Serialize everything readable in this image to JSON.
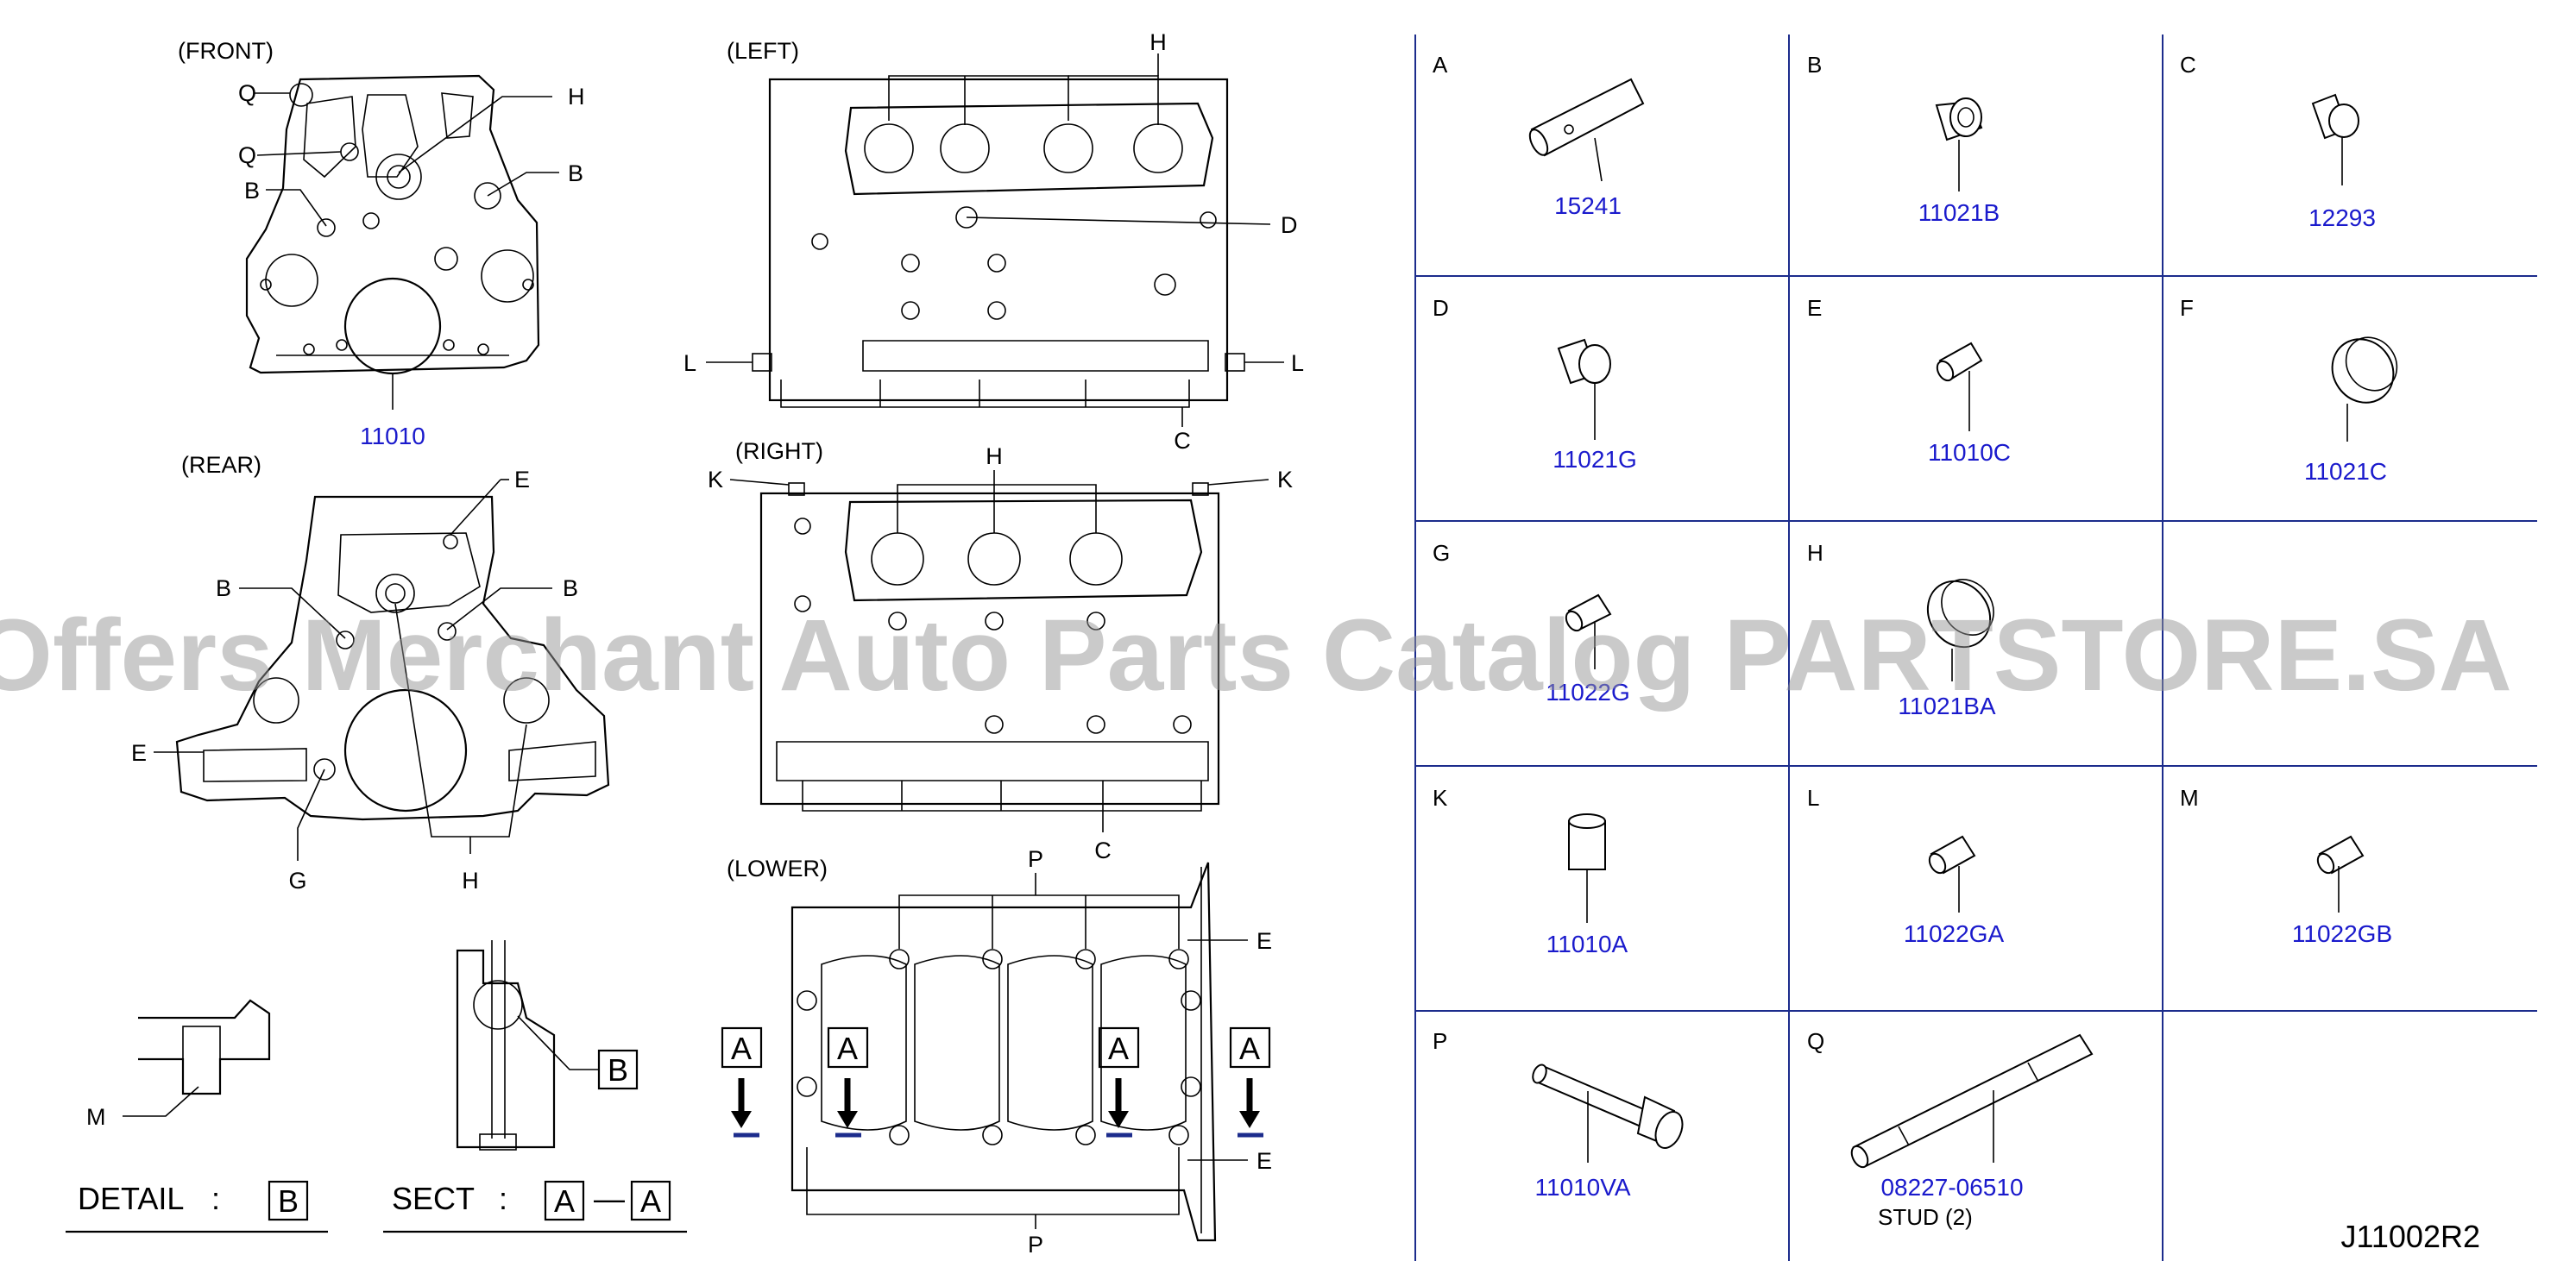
{
  "views": {
    "front": {
      "title": "(FRONT)",
      "callouts": [
        "Q",
        "H",
        "Q",
        "B",
        "B"
      ],
      "part_number": "11010"
    },
    "rear": {
      "title": "(REAR)",
      "callouts": [
        "E",
        "B",
        "B",
        "E",
        "G",
        "H"
      ]
    },
    "left": {
      "title": "(LEFT)",
      "callouts": [
        "H",
        "D",
        "L",
        "L",
        "C"
      ]
    },
    "right": {
      "title": "(RIGHT)",
      "callouts": [
        "K",
        "H",
        "K",
        "C"
      ]
    },
    "lower": {
      "title": "(LOWER)",
      "callouts": [
        "P",
        "E",
        "E",
        "P"
      ],
      "section_marks": [
        "A",
        "A",
        "A",
        "A"
      ]
    }
  },
  "detail": {
    "label": "DETAIL",
    "colon": ":",
    "ref": "B",
    "callout": "M",
    "marker": "B"
  },
  "sect": {
    "label": "SECT",
    "colon": ":",
    "from": "A",
    "dash": "—",
    "to": "A"
  },
  "parts": [
    {
      "letter": "A",
      "number": "15241",
      "icon": "pin-icon"
    },
    {
      "letter": "B",
      "number": "11021B",
      "icon": "plug-icon"
    },
    {
      "letter": "C",
      "number": "12293",
      "icon": "plug-icon"
    },
    {
      "letter": "D",
      "number": "11021G",
      "icon": "plug-icon"
    },
    {
      "letter": "E",
      "number": "11010C",
      "icon": "dowel-icon"
    },
    {
      "letter": "F",
      "number": "11021C",
      "icon": "cup-plug-icon"
    },
    {
      "letter": "G",
      "number": "11022G",
      "icon": "dowel-icon"
    },
    {
      "letter": "H",
      "number": "11021BA",
      "icon": "cup-plug-icon"
    },
    {
      "letter": "K",
      "number": "11010A",
      "icon": "bushing-icon"
    },
    {
      "letter": "L",
      "number": "11022GA",
      "icon": "dowel-icon"
    },
    {
      "letter": "M",
      "number": "11022GB",
      "icon": "dowel-icon"
    },
    {
      "letter": "P",
      "number": "11010VA",
      "icon": "bolt-icon"
    },
    {
      "letter": "Q",
      "number": "08227-06510",
      "note": "STUD (2)",
      "icon": "stud-icon"
    }
  ],
  "diagram_code": "J11002R2",
  "watermark": "Offers Merchant Auto Parts Catalog PARTSTORE.SA",
  "colors": {
    "part_number": "#1a1acc",
    "grid": "#1c2c8c",
    "line": "#000000"
  }
}
